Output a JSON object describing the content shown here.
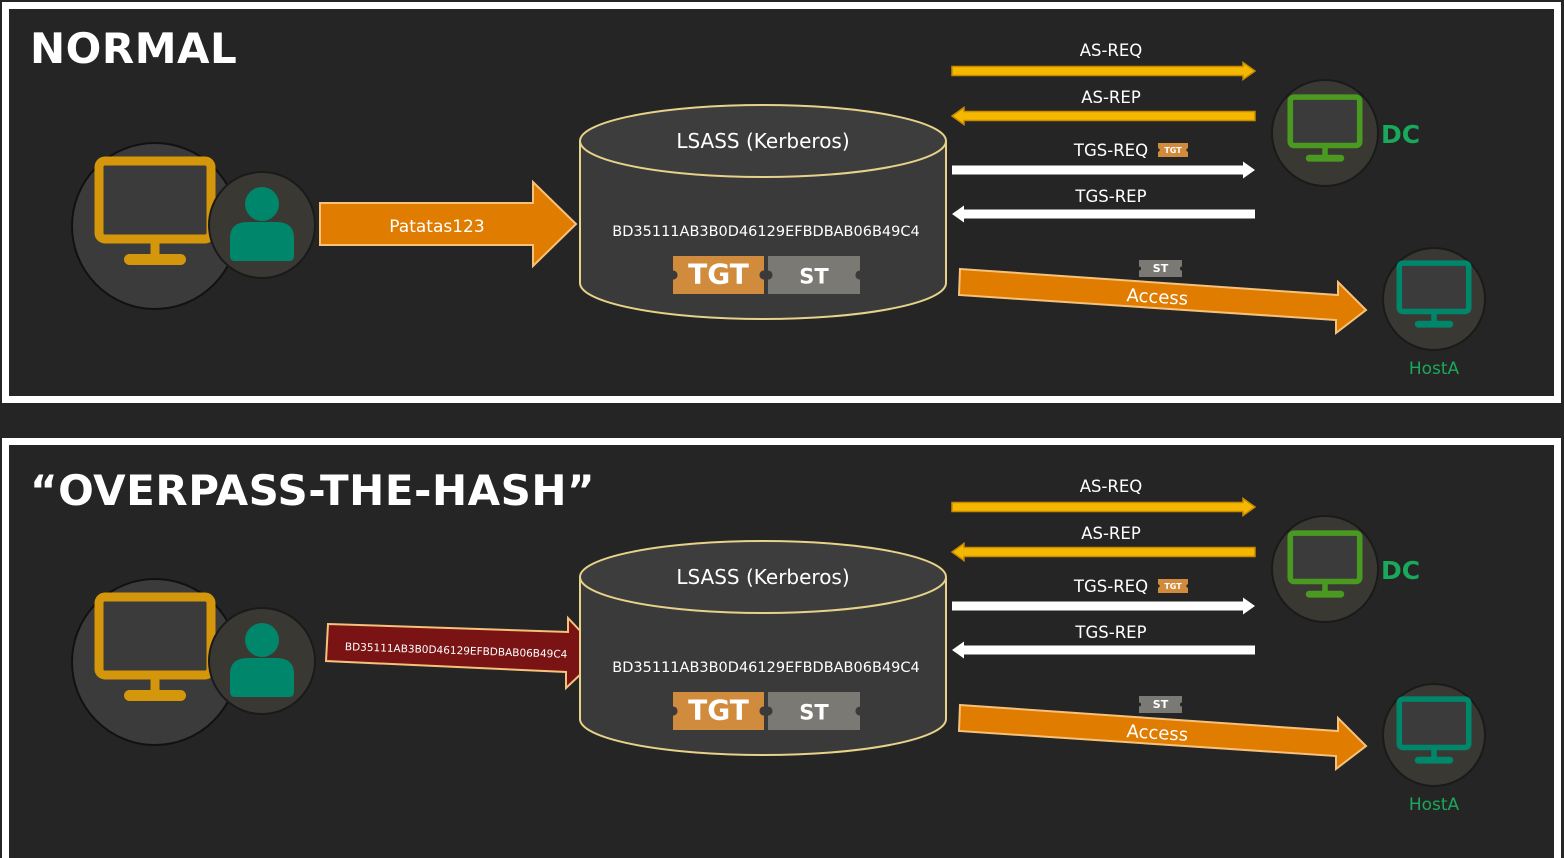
{
  "colors": {
    "background": "#252525",
    "frame": "#ffffff",
    "client_monitor": "#d4960a",
    "user_icon": "#00866a",
    "dc_monitor": "#4a9a22",
    "host_monitor": "#00866a",
    "node_label_green": "#1aa85a",
    "password_arrow": "#e07c00",
    "hash_arrow": "#7a1414",
    "as_arrow": "#f5b800",
    "tgs_arrow": "#ffffff",
    "access_arrow": "#e07c00",
    "tgt_ticket": "#d18b3c",
    "st_ticket": "#7b7974",
    "cylinder_fill": "#3a3a3a",
    "cylinder_stroke": "#e6d28a"
  },
  "panels": [
    {
      "id": "normal",
      "title": "NORMAL",
      "client": {
        "monitor_icon": "monitor-icon",
        "user_icon": "user-icon"
      },
      "credential_arrow": {
        "label": "Patatas123",
        "kind": "password"
      },
      "lsass": {
        "title": "LSASS (Kerberos)",
        "hash": "BD35111AB3B0D46129EFBDBAB06B49C4",
        "tickets": [
          "TGT",
          "ST"
        ]
      },
      "messages": [
        {
          "label": "AS-REQ",
          "direction": "to-dc",
          "ticket": ""
        },
        {
          "label": "AS-REP",
          "direction": "from-dc",
          "ticket": ""
        },
        {
          "label": "TGS-REQ",
          "direction": "to-dc",
          "ticket": "TGT"
        },
        {
          "label": "TGS-REP",
          "direction": "from-dc",
          "ticket": ""
        }
      ],
      "dc": {
        "label": "DC"
      },
      "access": {
        "label": "Access",
        "ticket": "ST"
      },
      "host": {
        "label": "HostA"
      }
    },
    {
      "id": "overpass",
      "title": "“OVERPASS-THE-HASH”",
      "client": {
        "monitor_icon": "monitor-icon",
        "user_icon": "user-icon"
      },
      "credential_arrow": {
        "label": "BD35111AB3B0D46129EFBDBAB06B49C4",
        "kind": "hash"
      },
      "lsass": {
        "title": "LSASS (Kerberos)",
        "hash": "BD35111AB3B0D46129EFBDBAB06B49C4",
        "tickets": [
          "TGT",
          "ST"
        ]
      },
      "messages": [
        {
          "label": "AS-REQ",
          "direction": "to-dc",
          "ticket": ""
        },
        {
          "label": "AS-REP",
          "direction": "from-dc",
          "ticket": ""
        },
        {
          "label": "TGS-REQ",
          "direction": "to-dc",
          "ticket": "TGT"
        },
        {
          "label": "TGS-REP",
          "direction": "from-dc",
          "ticket": ""
        }
      ],
      "dc": {
        "label": "DC"
      },
      "access": {
        "label": "Access",
        "ticket": "ST"
      },
      "host": {
        "label": "HostA"
      }
    }
  ]
}
